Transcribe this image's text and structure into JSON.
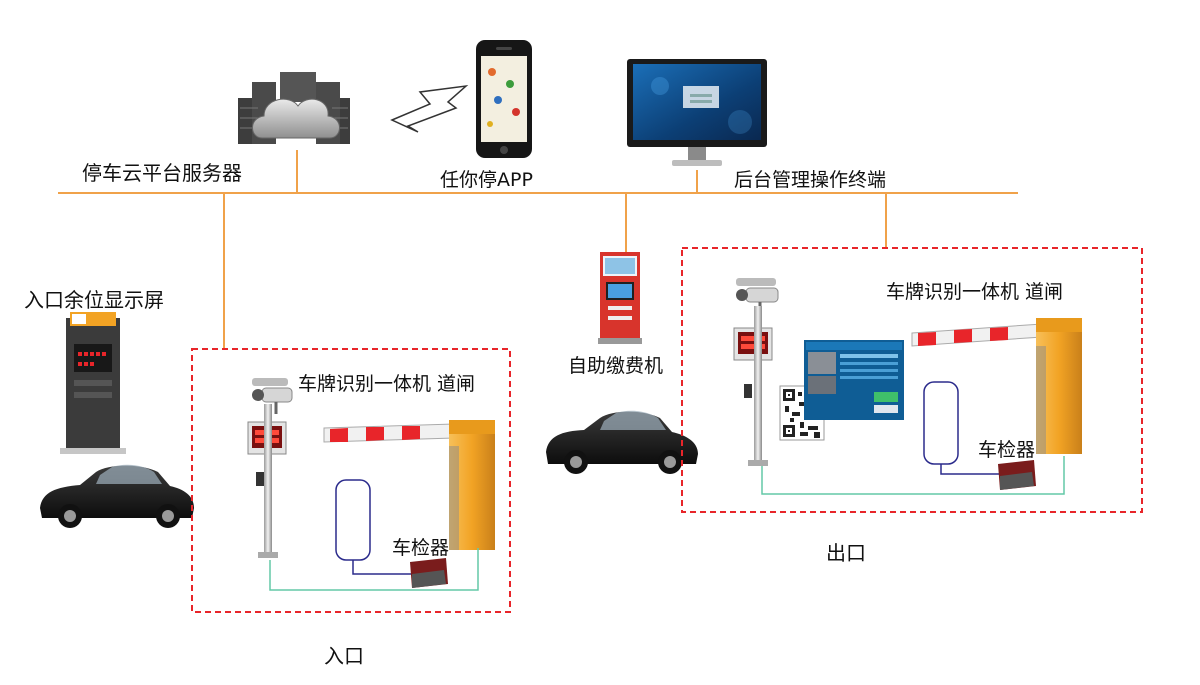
{
  "labels": {
    "cloud_server": "停车云平台服务器",
    "app": "任你停APP",
    "backend": "后台管理操作终端",
    "entrance_display": "入口余位显示屏",
    "kiosk": "自助缴费机",
    "entry_devices": "车牌识别一体机 道闸",
    "exit_devices": "车牌识别一体机 道闸",
    "entry_detector": "车检器",
    "exit_detector": "车检器",
    "entrance": "入口",
    "exit": "出口"
  },
  "colors": {
    "bus_line": "#f0a24a",
    "dashed_border": "#e8252a",
    "loop_wire": "#2b2b8c",
    "ground_wire": "#63c9a7",
    "barrier_housing": "#f2a324",
    "barrier_arm_red": "#e8252a"
  }
}
